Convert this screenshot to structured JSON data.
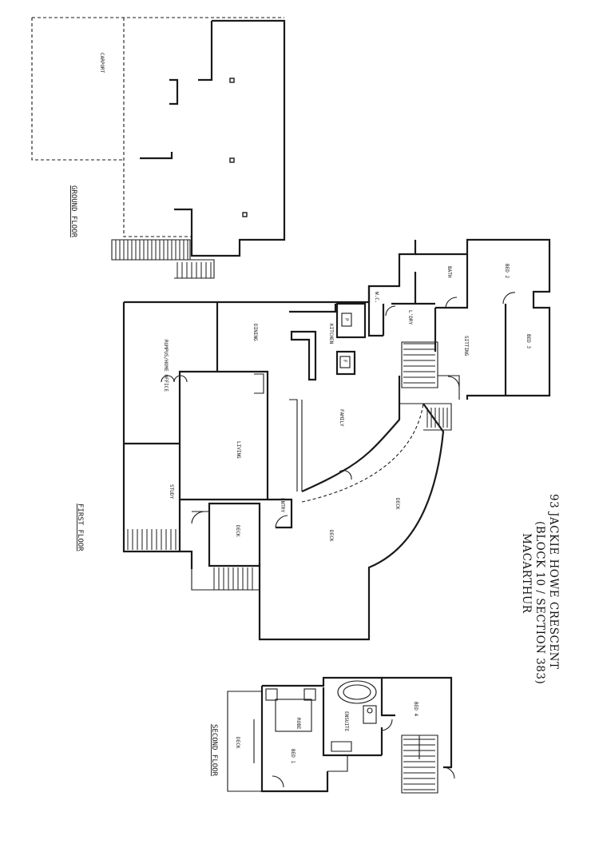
{
  "title": {
    "line1": "93 JACKIE HOWE CRESCENT",
    "line2": "(BLOCK 10 / SECTION 383)",
    "line3": "MACARTHUR"
  },
  "floors": {
    "ground": "GROUND FLOOR",
    "first": "FIRST FLOOR",
    "second": "SECOND FLOOR"
  },
  "rooms": {
    "carport": "CARPORT",
    "rumpus": "RUMPUS/HOME OFFICE",
    "dining": "DINING",
    "kitchen": "KITCHEN",
    "pantry": "P",
    "fridge": "F",
    "wc": "W.C.",
    "laundry": "L'DRY",
    "bath": "BATH",
    "bed2": "BED 2",
    "bed3": "BED 3",
    "sitting": "SITTING",
    "family": "FAMILY",
    "living": "LIVING",
    "study": "STUDY",
    "entry": "ENTRY",
    "deck_small": "DECK",
    "deck_main": "DECK",
    "deck_curved": "DECK",
    "deck_second": "DECK",
    "bed1": "BED 1",
    "ensuite": "ENSUITE",
    "bed4": "BED 4",
    "robe": "ROBE"
  }
}
